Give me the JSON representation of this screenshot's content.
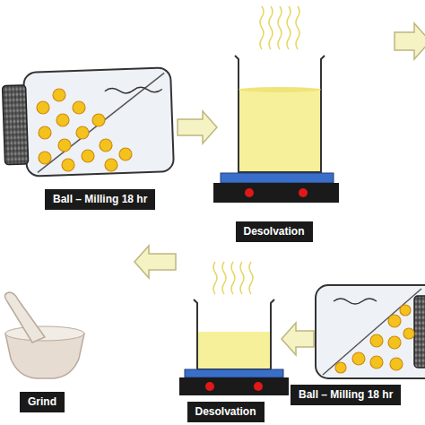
{
  "diagram": {
    "nodes": [
      {
        "text": [
          "Ball – Milling 18 hr"
        ]
      },
      {
        "text": [
          "Desolvation"
        ]
      },
      {
        "text": [
          "Ball – Milling 18 hr"
        ]
      },
      {
        "text": [
          "Desolvation"
        ]
      },
      {
        "text": [
          "Grind"
        ]
      }
    ],
    "edges": [
      {
        "from": 0,
        "to": 1,
        "arrow": "to"
      },
      {
        "from": 2,
        "to": 3,
        "arrow": "to"
      },
      {
        "from": 3,
        "to": 4,
        "arrow": "to"
      }
    ]
  }
}
